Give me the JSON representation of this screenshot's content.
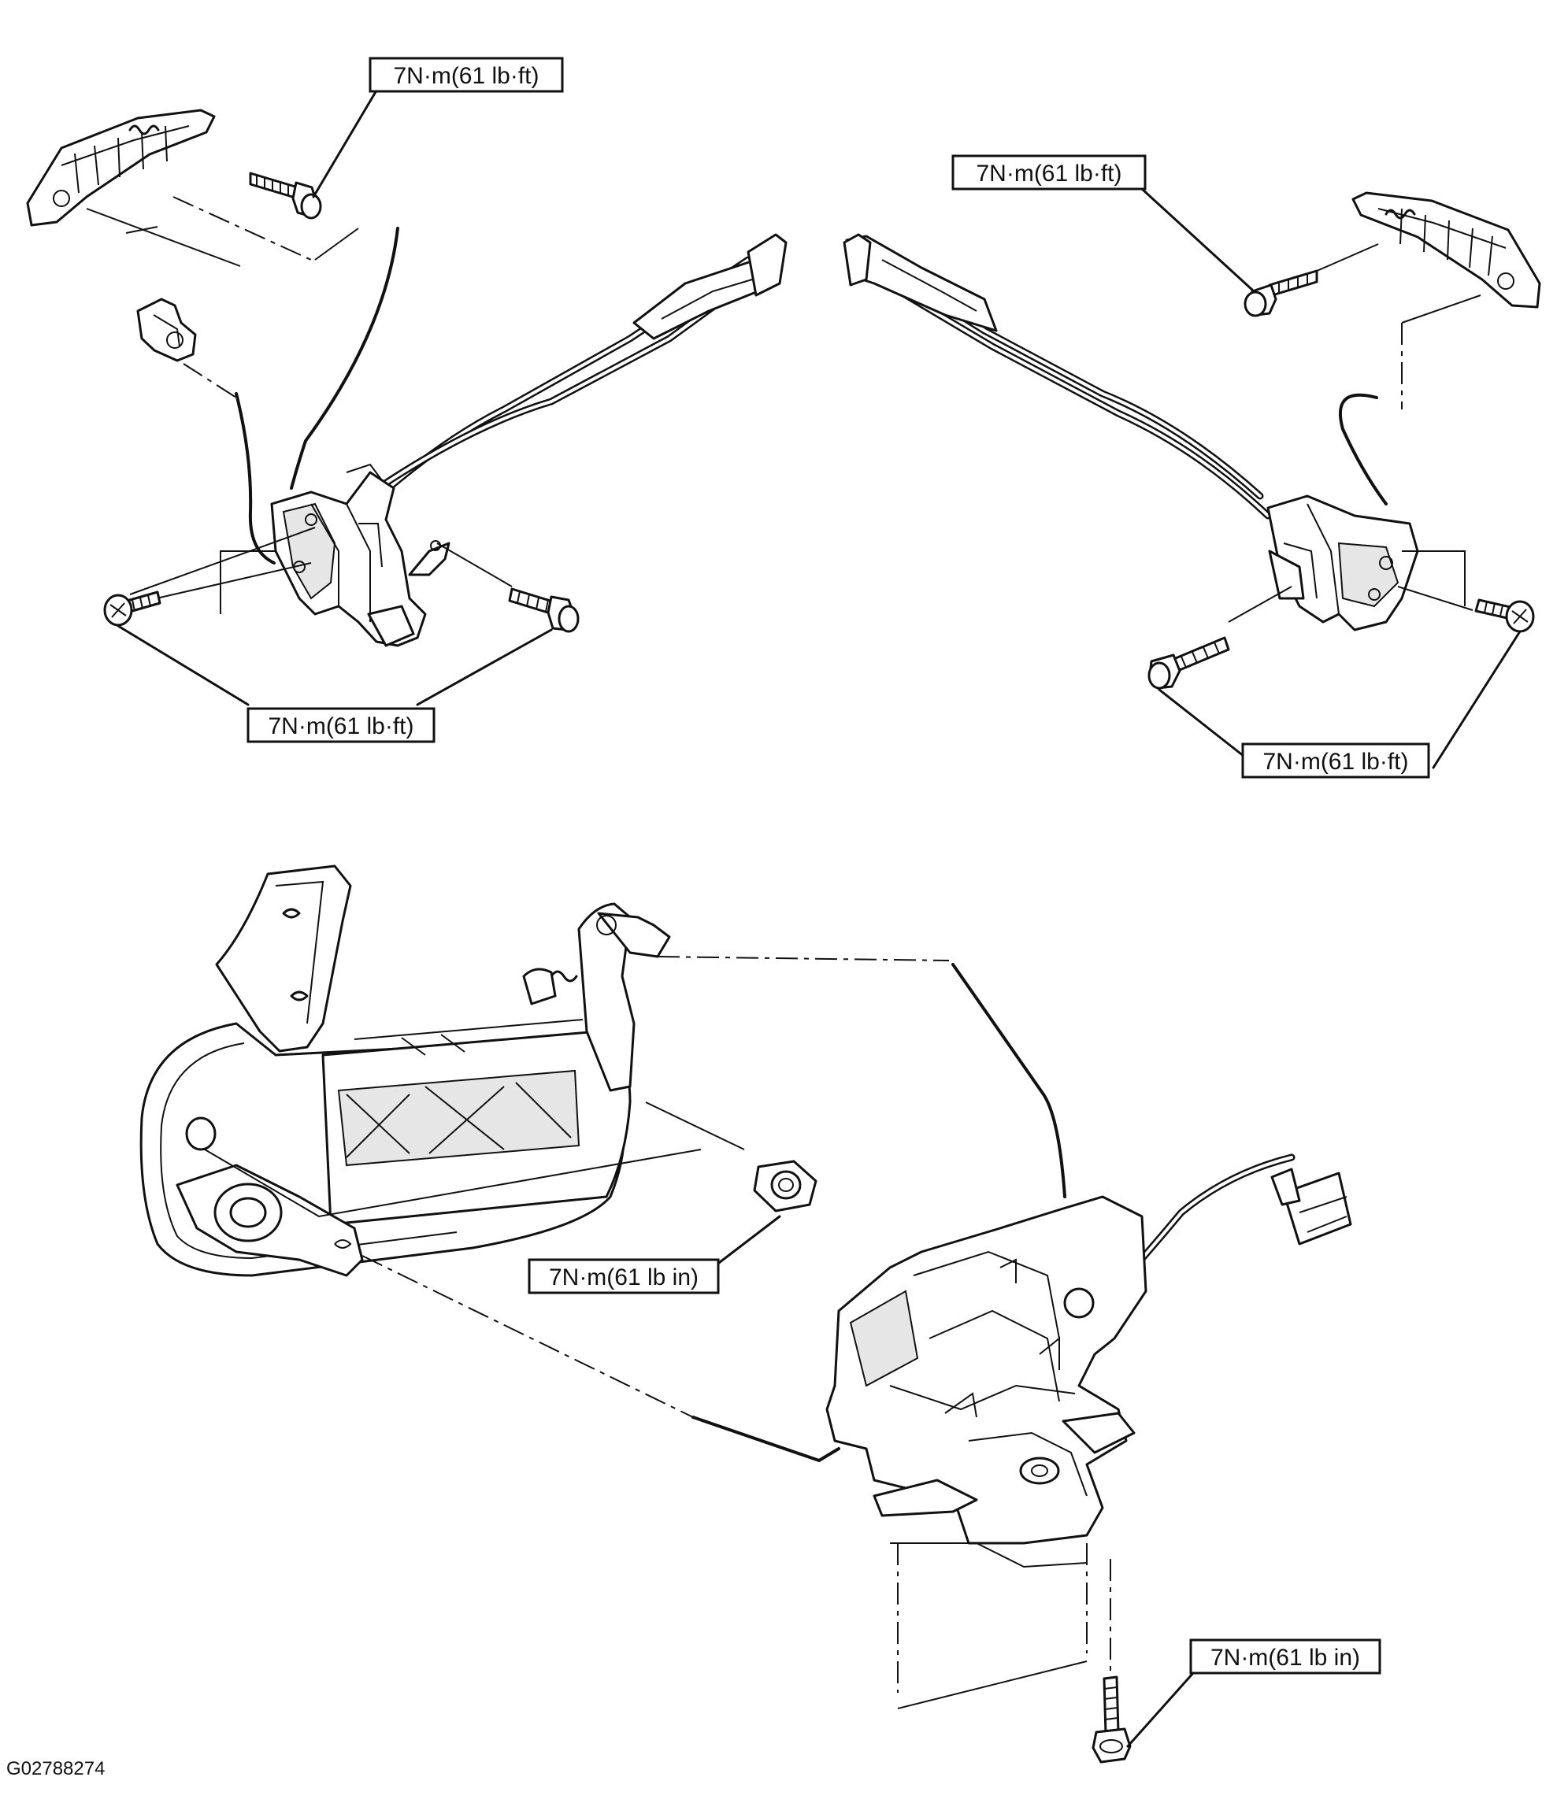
{
  "torque_labels": {
    "upper_left_handle": "7N·m(61 lb·ft)",
    "upper_right_handle": "7N·m(61 lb·ft)",
    "left_latch_bolts": "7N·m(61 lb·ft)",
    "right_latch_bolts": "7N·m(61 lb·ft)",
    "handle_nut": "7N·m(61 lb in)",
    "lower_latch_bolt": "7N·m(61 lb in)"
  },
  "figure_code": "G02788274"
}
